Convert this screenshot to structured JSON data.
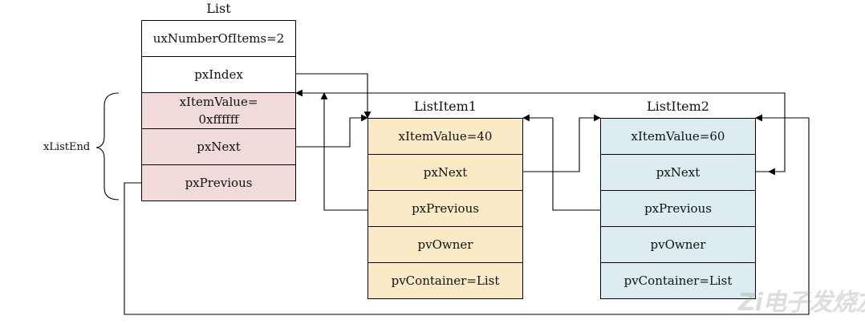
{
  "list": {
    "title": "List",
    "fields": [
      "uxNumberOfItems=2",
      "pxIndex",
      "xItemValue=\n0xffffff",
      "pxNext",
      "pxPrevious"
    ]
  },
  "list_end_label": "xListEnd",
  "list_item1": {
    "title": "ListItem1",
    "fields": [
      "xItemValue=40",
      "pxNext",
      "pxPrevious",
      "pvOwner",
      "pvContainer=List"
    ]
  },
  "list_item2": {
    "title": "ListItem2",
    "fields": [
      "xItemValue=60",
      "pxNext",
      "pxPrevious",
      "pvOwner",
      "pvContainer=List"
    ]
  },
  "watermark": "Zi电子发烧友",
  "colors": {
    "list_end_fill": "#f0dada",
    "list_item1_fill": "#fbeac6",
    "list_item2_fill": "#dcecf1",
    "line": "#000000"
  }
}
